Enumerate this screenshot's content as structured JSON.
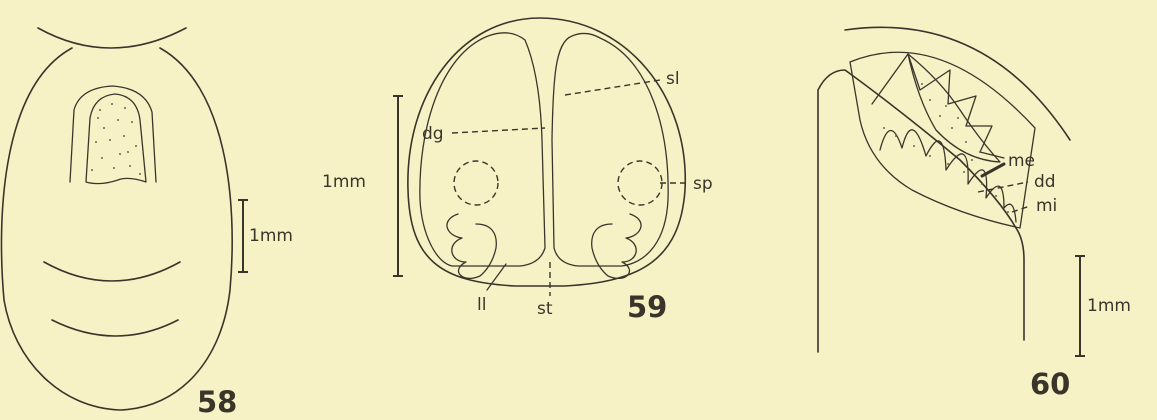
{
  "figures": [
    {
      "number": "58",
      "scale_label": "1mm"
    },
    {
      "number": "59",
      "scale_label": "1mm",
      "labels": {
        "sl": "sl",
        "dg": "dg",
        "sp": "sp",
        "ll": "ll",
        "st": "st"
      }
    },
    {
      "number": "60",
      "scale_label": "1mm",
      "labels": {
        "me": "me",
        "dd": "dd",
        "mi": "mi"
      }
    }
  ],
  "colors": {
    "paper": "#f7f2c6",
    "ink": "#3a352b"
  }
}
